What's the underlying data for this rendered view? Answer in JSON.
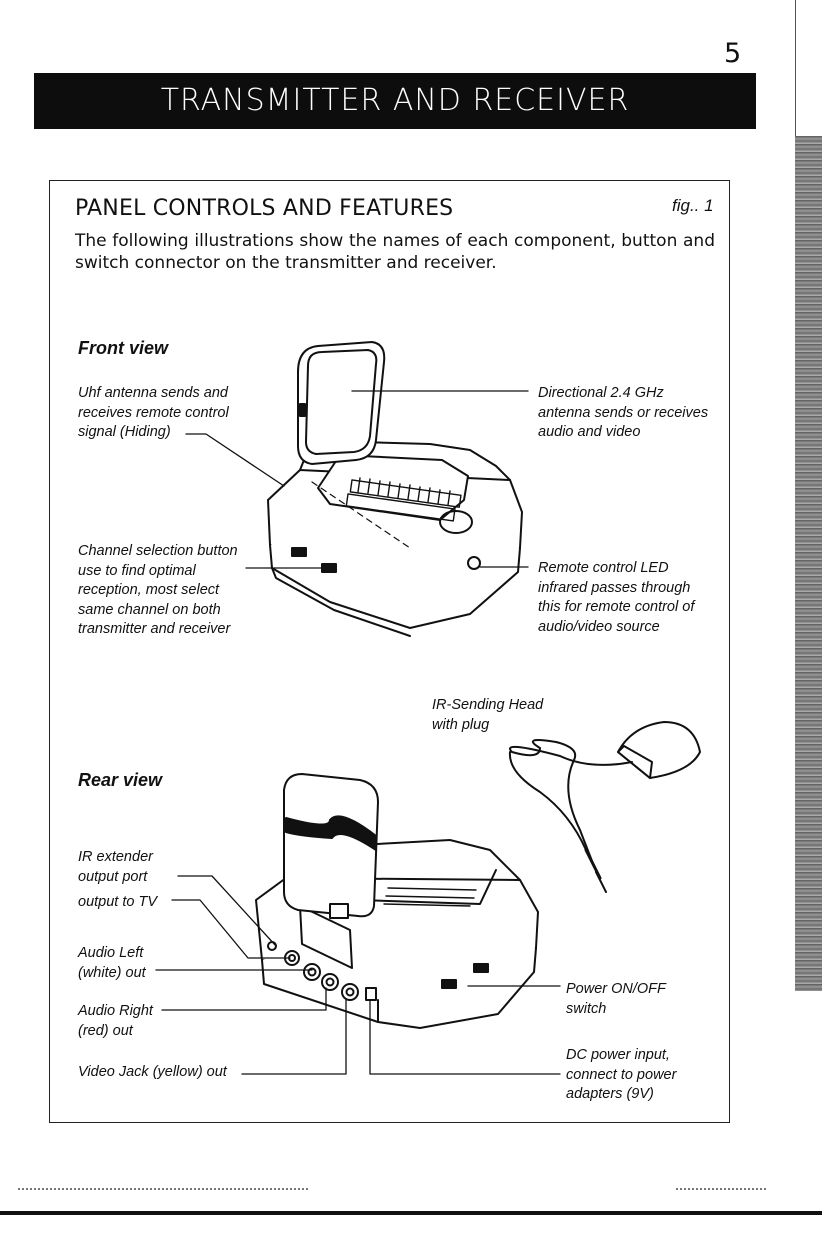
{
  "page": {
    "number": "5",
    "header_title": "TRANSMITTER AND RECEIVER"
  },
  "section": {
    "title": "PANEL CONTROLS AND FEATURES",
    "fig_label": "fig.. 1",
    "intro": "The following illustrations show the names of each component, button and switch connector on the transmitter and receiver."
  },
  "front_view": {
    "heading": "Front view",
    "callouts": {
      "uhf_antenna": "Uhf antenna sends and\nreceives remote control\nsignal (Hiding)",
      "directional_antenna": "Directional 2.4 GHz\nantenna sends or receives\naudio and video",
      "channel_selection": "Channel selection button\nuse to find optimal\nreception, most select\nsame channel on both\ntransmitter and receiver",
      "remote_led": "Remote control LED\ninfrared passes through\nthis for remote control of\naudio/video source"
    }
  },
  "rear_view": {
    "heading": "Rear view",
    "callouts": {
      "ir_head": "IR-Sending Head\nwith plug",
      "ir_extender": "IR extender\noutput port",
      "output_tv": "output to TV",
      "audio_left": "Audio Left\n(white) out",
      "audio_right": "Audio Right\n(red) out",
      "video_jack": "Video Jack (yellow) out",
      "power_switch": "Power ON/OFF\nswitch",
      "dc_input": "DC power input,\nconnect to power\nadapters (9V)"
    }
  }
}
